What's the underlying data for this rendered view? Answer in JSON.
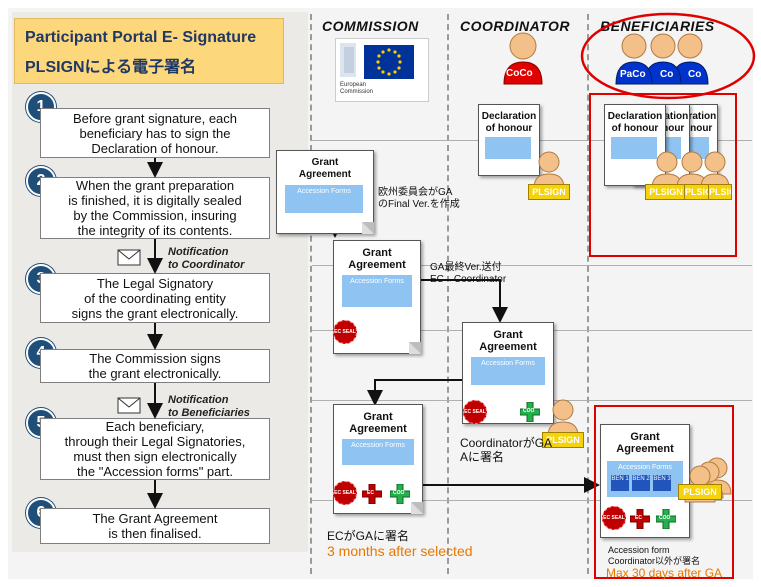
{
  "title": {
    "line1": "Participant Portal E- Signature",
    "line2": "PLSIGNによる電子署名"
  },
  "columns": {
    "commission": "COMMISSION",
    "coordinator": "COORDINATOR",
    "beneficiaries": "BENEFICIARIES"
  },
  "ec_logo": {
    "line1": "European",
    "line2": "Commission"
  },
  "steps": [
    {
      "num": "1",
      "lines": [
        "Before grant signature, each",
        "beneficiary has to sign the",
        "Declaration of honour."
      ]
    },
    {
      "num": "2",
      "lines": [
        "When the grant preparation",
        "is finished, it is digitally sealed",
        "by the Commission, insuring",
        "the integrity of its contents."
      ]
    },
    {
      "num": "3",
      "lines": [
        "The Legal Signatory",
        "of the coordinating entity",
        "signs the grant electronically."
      ]
    },
    {
      "num": "4",
      "lines": [
        "The Commission signs",
        "the grant electronically."
      ]
    },
    {
      "num": "5",
      "lines": [
        "Each beneficiary,",
        "through their Legal Signatories,",
        "must then sign electronically",
        "the \"Accession forms\" part."
      ]
    },
    {
      "num": "6",
      "lines": [
        "The Grant Agreement",
        "is then finalised."
      ]
    }
  ],
  "notifications": {
    "n1": {
      "l1": "Notification",
      "l2": "to Coordinator"
    },
    "n2": {
      "l1": "Notification",
      "l2": "to Beneficiaries"
    }
  },
  "roles": {
    "coco": "CoCo",
    "paco": "PaCo",
    "co1": "Co",
    "co2": "Co",
    "plsign": "PLSIGN"
  },
  "docs": {
    "declaration": "Declaration of honour",
    "declaration_l1": "Declaration",
    "declaration_l2": "of honour",
    "grant_l1": "Grant",
    "grant_l2": "Agreement",
    "accession": "Accession Forms",
    "ben1": "BEN 1",
    "ben2": "BEN 2",
    "ben3": "BEN 3",
    "ec_seal": "EC SEAL",
    "ec": "EC",
    "coo": "COO"
  },
  "annotations": {
    "a1_l1": "欧州委員会がGA",
    "a1_l2": "のFinal Ver.を作成",
    "a2_l1": "GA最終Ver.送付",
    "a2_l2": "EC→Coordinator",
    "a3_l1": "CoordinatorがGA",
    "a3_l2": "Aに署名",
    "a4": "ECがGAに署名",
    "a5": "3 months after selected",
    "a6_l1": "Accession form",
    "a6_l2": "Coordinator以外が署名",
    "a7": "Max 30 days after GA"
  },
  "colors": {
    "accent_red": "#e00000",
    "title_bg": "#fdd77c",
    "step_blue": "#1f4e79",
    "form_blue": "#8fc3f2",
    "person_yellow": "#f3c089",
    "coco_red": "#e00000",
    "paco_blue": "#0033cc",
    "plsign_yellow": "#f5d20a",
    "orange_text": "#e87700"
  }
}
